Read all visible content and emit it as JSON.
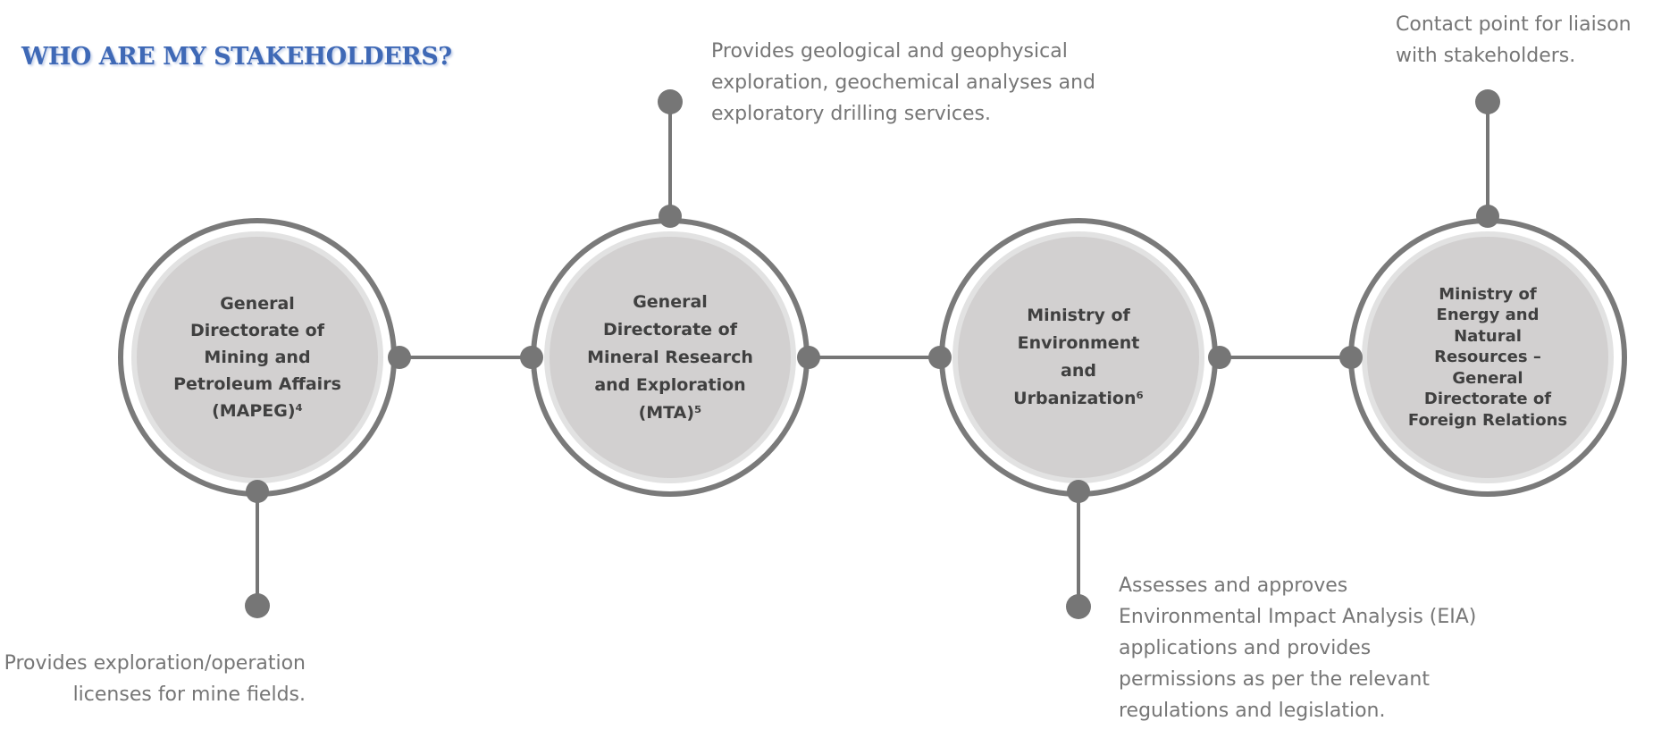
{
  "title": "WHO ARE MY STAKEHOLDERS?",
  "colors": {
    "title": "#3f69b6",
    "connector": "#767676",
    "ring_outer": "#7a7a7a",
    "ring_inner": "#e2e2e2",
    "node_fill": "#d2d0d0",
    "node_text": "#404040",
    "description_text": "#767676"
  },
  "stakeholders": [
    {
      "name": "General\nDirectorate of\nMining and\nPetroleum Affairs\n(MAPEG)⁴",
      "description": "Provides exploration/operation\nlicenses for mine fields."
    },
    {
      "name": "General\nDirectorate of\nMineral Research\nand Exploration\n(MTA)⁵",
      "description": "Provides geological and geophysical\nexploration, geochemical analyses and\nexploratory drilling services."
    },
    {
      "name": "Ministry of\nEnvironment\nand\nUrbanization⁶",
      "description": "Assesses and approves\nEnvironmental Impact Analysis (EIA)\napplications and provides\npermissions as per the relevant\nregulations and legislation."
    },
    {
      "name": "Ministry of\nEnergy and\nNatural\nResources –\nGeneral\nDirectorate of\nForeign Relations",
      "description": "Contact point for liaison\nwith stakeholders."
    }
  ]
}
